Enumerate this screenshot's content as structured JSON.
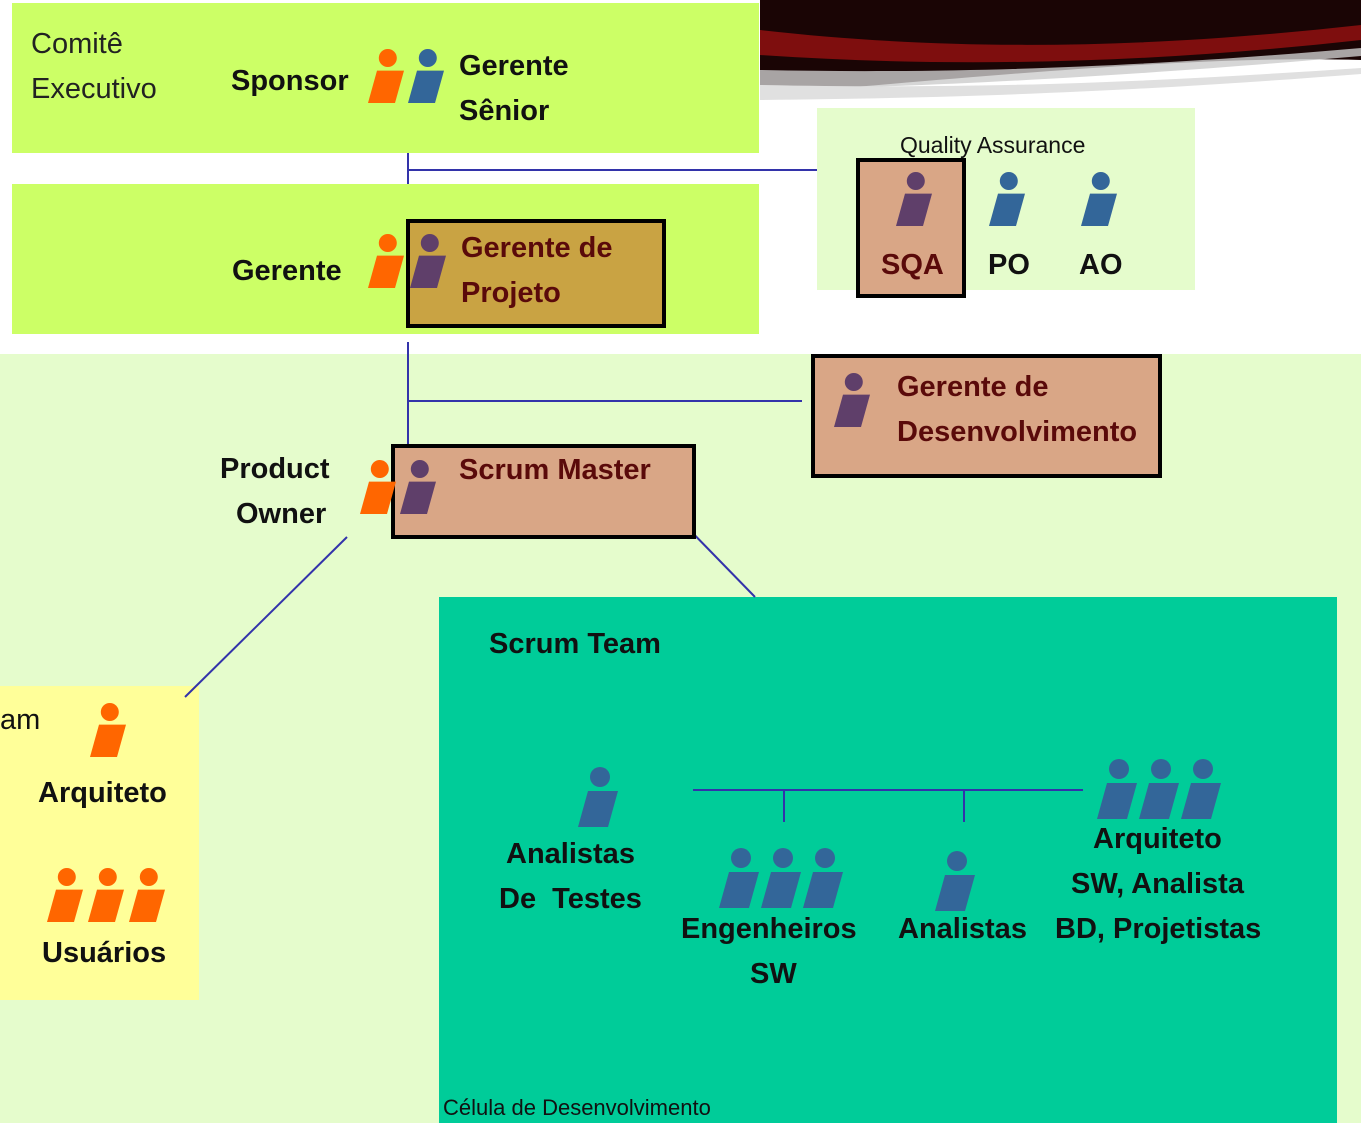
{
  "executive": {
    "label_line1": "Comitê",
    "label_line2": "Executivo",
    "sponsor": "Sponsor",
    "senior_line1": "Gerente",
    "senior_line2": "Sênior"
  },
  "management": {
    "manager": "Gerente",
    "pm_line1": "Gerente de",
    "pm_line2": "Projeto"
  },
  "qa": {
    "title": "Quality Assurance",
    "sqa": "SQA",
    "po": "PO",
    "ao": "AO"
  },
  "dev_manager": {
    "line1": "Gerente de",
    "line2": "Desenvolvimento"
  },
  "scrum": {
    "po_line1": "Product",
    "po_line2": "Owner",
    "scrum_master": "Scrum Master"
  },
  "side_team": {
    "label_fragment": "am",
    "architect": "Arquiteto",
    "users": "Usuários"
  },
  "scrum_team": {
    "title": "Scrum Team",
    "testers_line1": "Analistas",
    "testers_line2": "De  Testes",
    "engineers_line1": "Engenheiros",
    "engineers_line2": "SW",
    "analysts": "Analistas",
    "arch_line1": "Arquiteto",
    "arch_line2": "SW, Analista",
    "arch_line3": "BD, Projetistas",
    "cell": "Célula de Desenvolvimento"
  },
  "colors": {
    "lime_panel": "#ccff66",
    "pale_green": "#e5fccc",
    "teal_panel": "#00cc99",
    "yellow_panel": "#ffff99",
    "role_box": "#d9a686",
    "pm_box": "#c9a343",
    "orange": "#ff6600",
    "blue": "#336699",
    "purple": "#5f3f6a",
    "line": "#3333aa",
    "dark_red_text": "#5a0a0a"
  }
}
